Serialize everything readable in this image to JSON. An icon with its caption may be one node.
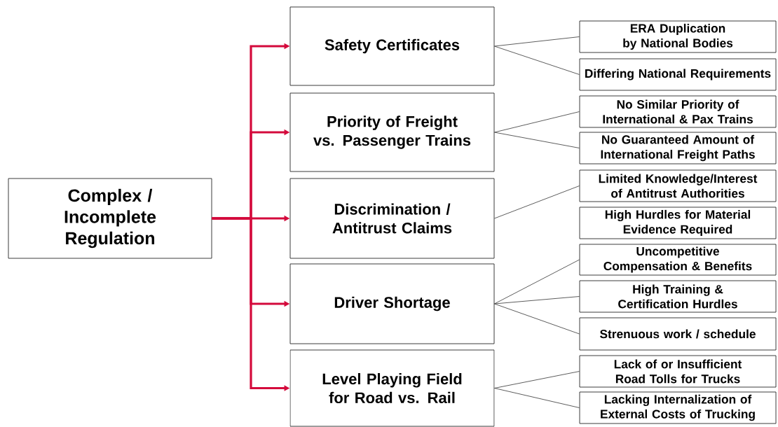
{
  "diagram": {
    "nodes": [
      {
        "text": [
          "Complex / Incomplete Regulation"
        ]
      },
      {
        "text": [
          "Safety Certificates"
        ]
      },
      {
        "text": [
          "Priority of Freight vs. Passenger Trains"
        ]
      },
      {
        "text": [
          "Discrimination / Antitrust Claims"
        ]
      },
      {
        "text": [
          "Driver Shortage"
        ]
      },
      {
        "text": [
          "Level Playing Field for Road vs. Rail"
        ]
      },
      {
        "text": [
          "ERA Duplication by National Bodies"
        ]
      },
      {
        "text": [
          "Differing National Requirements"
        ]
      },
      {
        "text": [
          "No Similar Priority of International & Pax Trains"
        ]
      },
      {
        "text": [
          "No Guaranteed Amount of International Freight Paths"
        ]
      },
      {
        "text": [
          "Limited Knowledge/Interest of Antitrust Authorities"
        ]
      },
      {
        "text": [
          "High Hurdles for Material Evidence Required"
        ]
      },
      {
        "text": [
          "Uncompetitive Compensation & Benefits"
        ]
      },
      {
        "text": [
          "High Training & Certification Hurdles"
        ]
      },
      {
        "text": [
          "Strenuous work / schedule"
        ]
      },
      {
        "text": [
          "Lack of or Insufficient Road Tolls for Trucks"
        ]
      },
      {
        "text": [
          "Lacking Internalization of External Costs of Trucking"
        ]
      }
    ],
    "edges": [
      {
        "from": 0,
        "to": 1,
        "arrow": "to",
        "style": "thick",
        "color": "#d40a3c"
      },
      {
        "from": 0,
        "to": 2,
        "arrow": "to",
        "style": "thick",
        "color": "#d40a3c"
      },
      {
        "from": 0,
        "to": 3,
        "arrow": "to",
        "style": "thick",
        "color": "#d40a3c"
      },
      {
        "from": 0,
        "to": 4,
        "arrow": "to",
        "style": "thick",
        "color": "#d40a3c"
      },
      {
        "from": 0,
        "to": 5,
        "arrow": "to",
        "style": "thick",
        "color": "#d40a3c"
      },
      {
        "from": 1,
        "to": 6,
        "arrow": "none"
      },
      {
        "from": 1,
        "to": 7,
        "arrow": "none"
      },
      {
        "from": 2,
        "to": 8,
        "arrow": "none"
      },
      {
        "from": 2,
        "to": 9,
        "arrow": "none"
      },
      {
        "from": 3,
        "to": 10,
        "arrow": "none"
      },
      {
        "from": 4,
        "to": 12,
        "arrow": "none"
      },
      {
        "from": 4,
        "to": 13,
        "arrow": "none"
      },
      {
        "from": 4,
        "to": 14,
        "arrow": "none"
      },
      {
        "from": 5,
        "to": 15,
        "arrow": "none"
      },
      {
        "from": 5,
        "to": 16,
        "arrow": "none"
      }
    ]
  }
}
